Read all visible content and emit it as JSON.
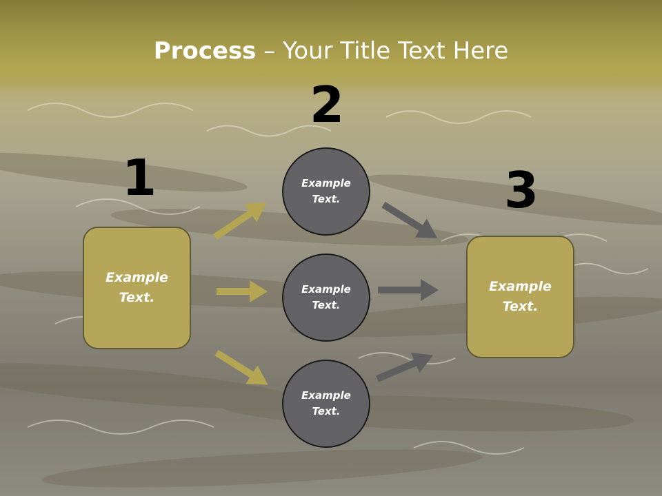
{
  "title": {
    "bold": "Process",
    "rest": " – Your Title Text Here"
  },
  "steps": {
    "one": {
      "number": "1",
      "label": "Example\nText."
    },
    "two": {
      "number": "2"
    },
    "three": {
      "number": "3",
      "label": "Example\nText."
    }
  },
  "circles": [
    {
      "label": "Example\nText."
    },
    {
      "label": "Example\nText."
    },
    {
      "label": "Example\nText."
    }
  ],
  "colors": {
    "box_fill": "#b5a65a",
    "circle_fill": "#636366",
    "gold_arrow": "#b3a552",
    "gray_arrow": "#5f5f60"
  }
}
